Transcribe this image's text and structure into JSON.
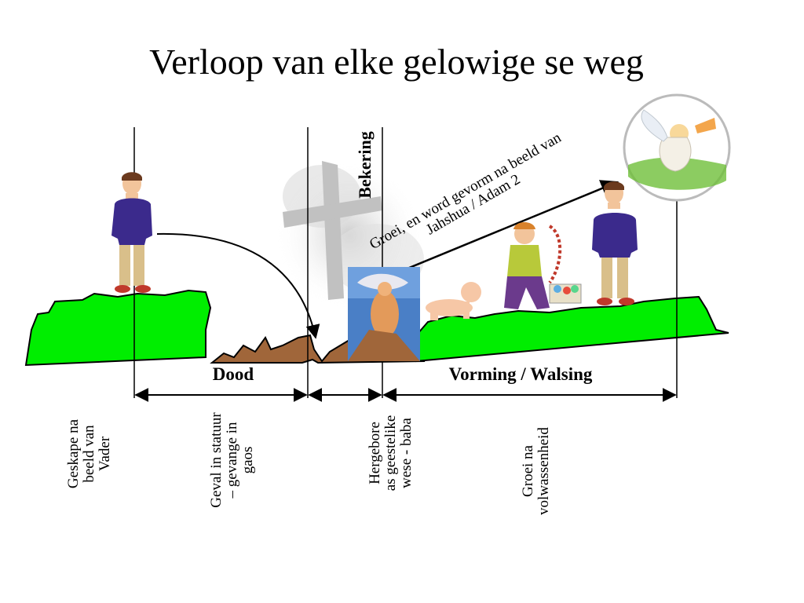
{
  "title": "Verloop van elke gelowige se weg",
  "segments": {
    "dood": "Dood",
    "vorming": "Vorming / Walsing"
  },
  "labels": {
    "bekering": "Bekering",
    "groei_arrow": "Groei, en word gevorm na beeld van\nJahshua / Adam 2",
    "stages": [
      "Geskape na\nbeeld van\nVader",
      "Geval in statuur\n– gevange in\ngaos",
      "Hergebore\nas geestelike\nwese - baba",
      "Groei na\nvolwassenheid"
    ]
  },
  "colors": {
    "grass": "#00ee00",
    "earth": "#a0663a",
    "shirt": "#3b2a8c",
    "trousers": "#d9bf8a",
    "skin": "#f2c49b",
    "hair": "#6b3a1e"
  },
  "icons": [
    "man-figure-icon",
    "crucifix-icon",
    "rebirth-image-icon",
    "baby-icon",
    "child-icon",
    "angel-icon"
  ]
}
